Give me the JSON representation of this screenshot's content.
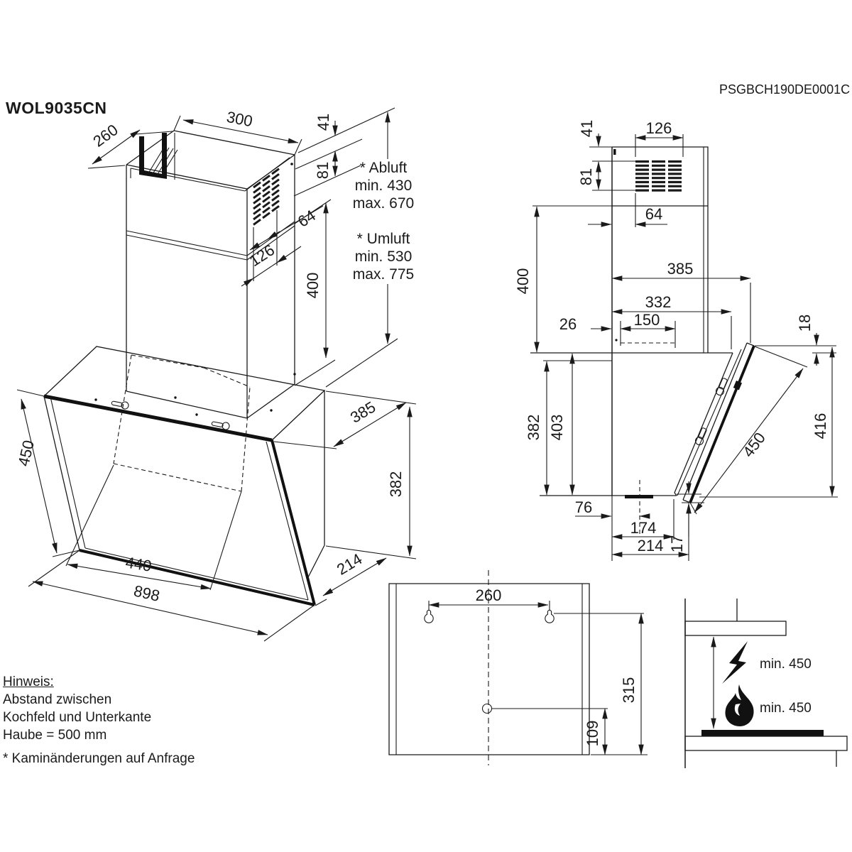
{
  "header": {
    "model": "WOL9035CN",
    "doc_code": "PSGBCH190DE0001C"
  },
  "iso": {
    "dims": {
      "d260": "260",
      "d300": "300",
      "d41": "41",
      "d81": "81",
      "d64": "64",
      "d126": "126",
      "d400": "400",
      "d450": "450",
      "d385": "385",
      "d382": "382",
      "d440": "440",
      "d898": "898",
      "d214": "214"
    },
    "duct": {
      "abluft_title": "* Abluft",
      "abluft_min": "min. 430",
      "abluft_max": "max. 670",
      "umluft_title": "* Umluft",
      "umluft_min": "min. 530",
      "umluft_max": "max. 775"
    }
  },
  "side": {
    "dims": {
      "d41": "41",
      "d126": "126",
      "d81": "81",
      "d64": "64",
      "d400": "400",
      "d385": "385",
      "d332": "332",
      "d26": "26",
      "d150": "150",
      "d18": "18",
      "d382": "382",
      "d403": "403",
      "d450": "450",
      "d416": "416",
      "d76": "76",
      "d174": "174",
      "d214": "214",
      "d17": "17"
    }
  },
  "template": {
    "dims": {
      "d260": "260",
      "d315": "315",
      "d109": "109"
    }
  },
  "clearance": {
    "electric_min": "min. 450",
    "gas_min": "min. 450"
  },
  "notes": {
    "title": "Hinweis:",
    "line1": "Abstand zwischen",
    "line2": "Kochfeld und Unterkante",
    "line3": "Haube = 500 mm",
    "footnote": "* Kaminänderungen auf Anfrage"
  }
}
